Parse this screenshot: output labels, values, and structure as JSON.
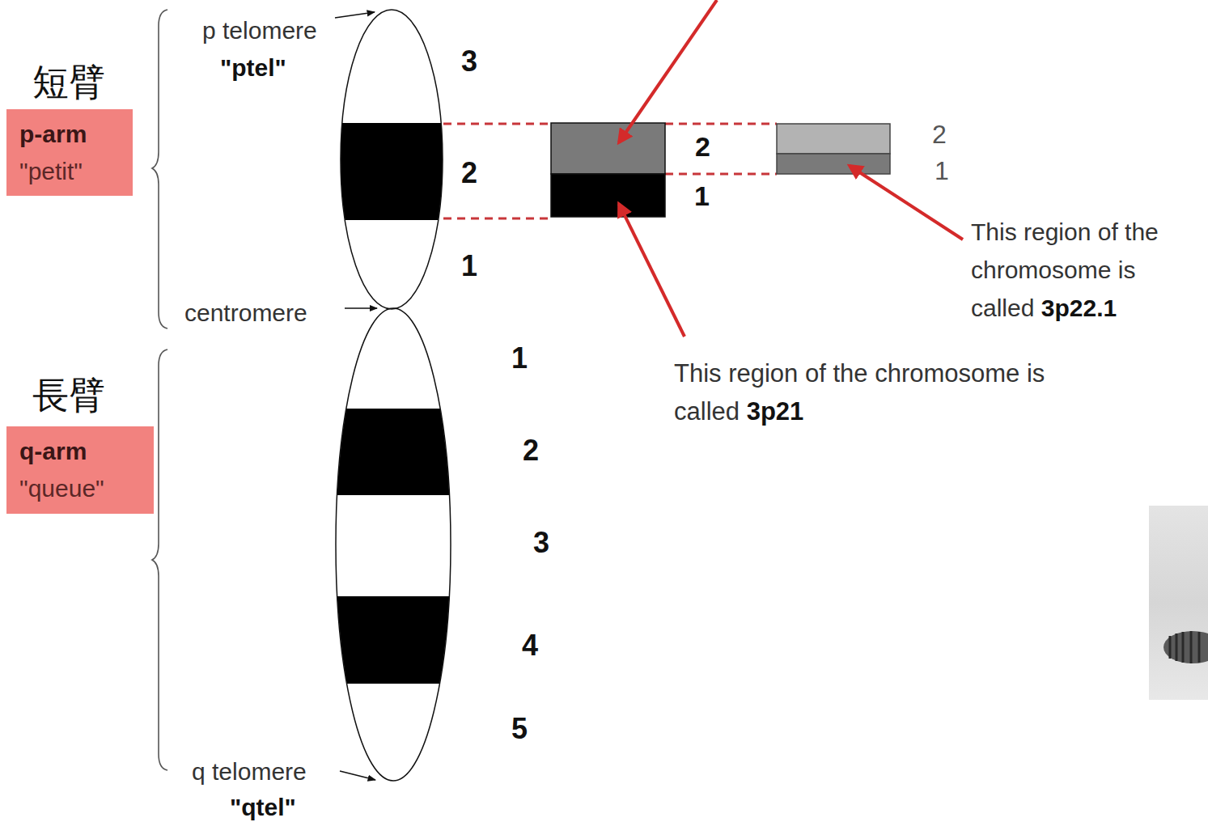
{
  "diagram": {
    "nodes": [
      {
        "text": [
          "短臂",
          "p-arm",
          "\"petit\""
        ]
      },
      {
        "text": [
          "長臂",
          "q-arm",
          "\"queue\""
        ]
      }
    ],
    "labels": [
      "p telomere",
      "\"ptel\"",
      "3",
      "2",
      "1",
      "centromere",
      "1",
      "2",
      "3",
      "4",
      "5",
      "q telomere",
      "\"qtel\"",
      "2",
      "1",
      "2",
      "1",
      "This region of the chromosome is called",
      "3p22.1",
      "This region of the chromosome is called",
      "3p21"
    ]
  }
}
